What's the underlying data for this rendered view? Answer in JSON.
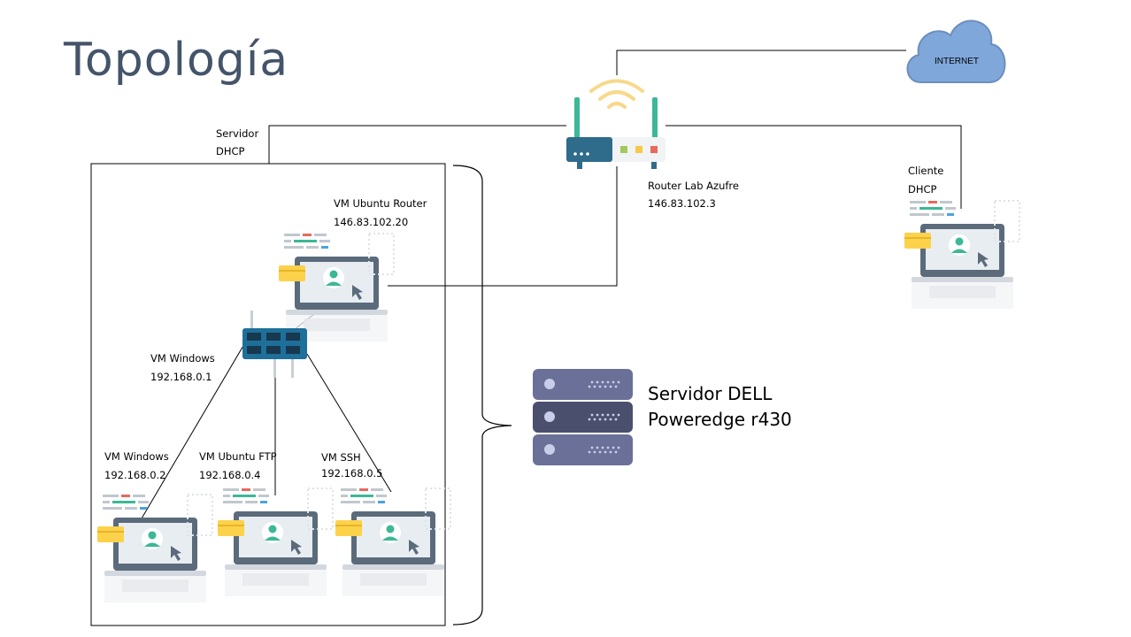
{
  "title": "Topología",
  "nodes": {
    "internet": {
      "label": "INTERNET",
      "icon": "cloud-icon"
    },
    "router": {
      "name": "Router Lab Azufre",
      "ip": "146.83.102.3",
      "icon": "wifi-router-icon"
    },
    "dhcp_server": {
      "line1": "Servidor",
      "line2": "DHCP"
    },
    "client": {
      "line1": "Cliente",
      "line2": "DHCP",
      "icon": "laptop-user-icon"
    },
    "vm_router": {
      "name": "VM Ubuntu Router",
      "ip": "146.83.102.20",
      "icon": "laptop-user-icon"
    },
    "vm_windows_gw": {
      "name": "VM Windows",
      "ip": "192.168.0.1",
      "icon": "network-switch-icon"
    },
    "vm_windows": {
      "name": "VM Windows",
      "ip": "192.168.0.2",
      "icon": "laptop-user-icon"
    },
    "vm_ftp": {
      "name": "VM Ubuntu FTP",
      "ip": "192.168.0.4",
      "icon": "laptop-user-icon"
    },
    "vm_ssh": {
      "name": "VM SSH",
      "ip": "192.168.0.5",
      "icon": "laptop-user-icon"
    },
    "physical_server": {
      "line1": "Servidor DELL",
      "line2": "Poweredge r430",
      "icon": "server-rack-icon"
    }
  },
  "colors": {
    "cloud_fill": "#7fa7da",
    "cloud_stroke": "#6c8ebf",
    "router_body": "#2f6b8a",
    "wifi": "#f7d98b",
    "teal": "#3cb896",
    "laptop_frame": "#5b6b7b",
    "sticky_note": "#fcd24b",
    "switch": "#1f6f9b",
    "server": "#4a4f6e",
    "title": "#44546a"
  }
}
